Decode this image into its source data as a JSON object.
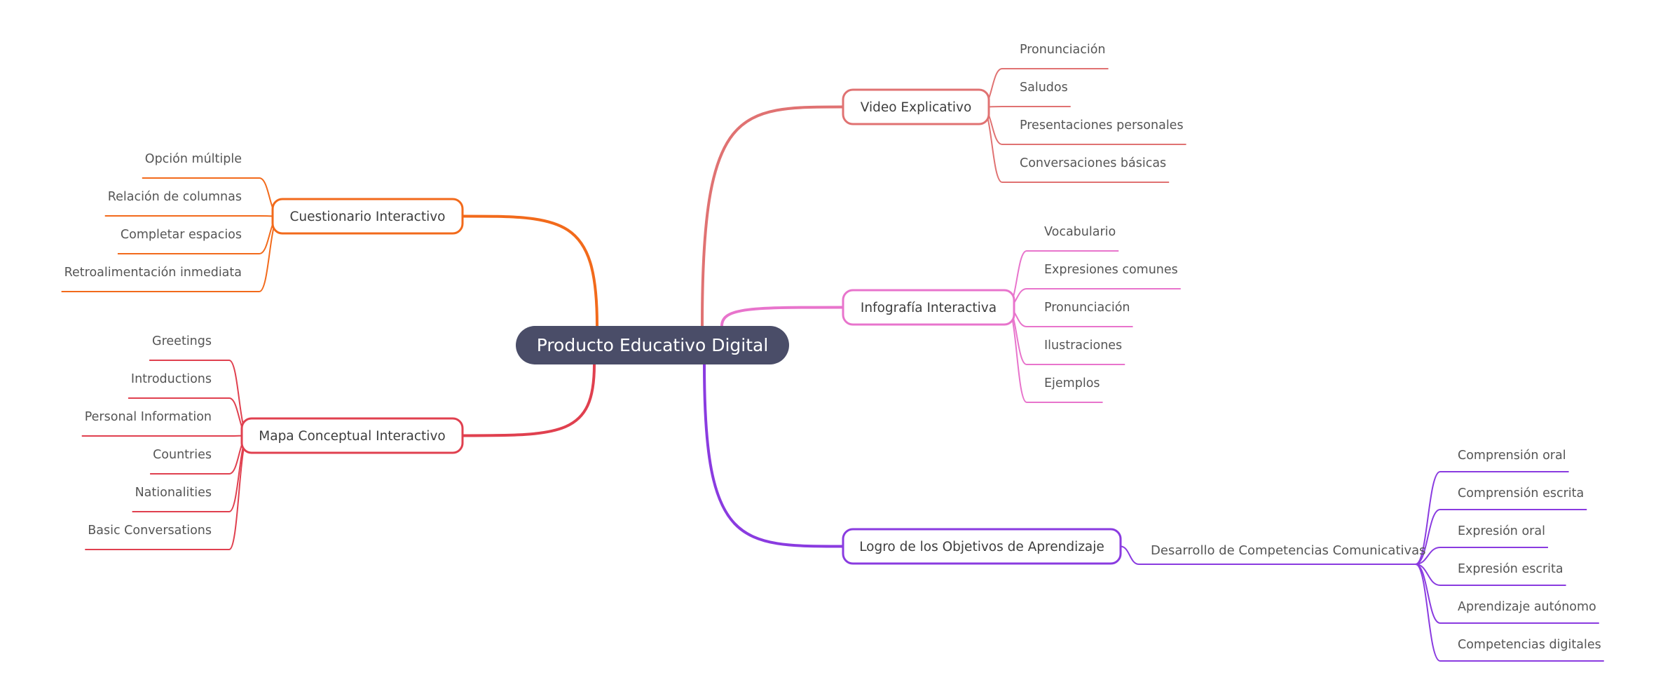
{
  "root": {
    "label": "Producto Educativo Digital",
    "color": "#4a4d68"
  },
  "branches": [
    {
      "label": "Video Explicativo",
      "color": "#e07272",
      "children": [
        "Pronunciación",
        "Saludos",
        "Presentaciones personales",
        "Conversaciones básicas"
      ]
    },
    {
      "label": "Infografía Interactiva",
      "color": "#e874cc",
      "children": [
        "Vocabulario",
        "Expresiones comunes",
        "Pronunciación",
        "Ilustraciones",
        "Ejemplos"
      ]
    },
    {
      "label": "Logro de los Objetivos de Aprendizaje",
      "color": "#8a3be0",
      "sub": {
        "label": "Desarrollo de Competencias Comunicativas",
        "children": [
          "Comprensión oral",
          "Comprensión escrita",
          "Expresión oral",
          "Expresión escrita",
          "Aprendizaje autónomo",
          "Competencias digitales"
        ]
      }
    },
    {
      "label": "Cuestionario Interactivo",
      "color": "#f26a1b",
      "children": [
        "Opción múltiple",
        "Relación de columnas",
        "Completar espacios",
        "Retroalimentación inmediata"
      ]
    },
    {
      "label": "Mapa Conceptual Interactivo",
      "color": "#e0404f",
      "children": [
        "Greetings",
        "Introductions",
        "Personal Information",
        "Countries",
        "Nationalities",
        "Basic Conversations"
      ]
    }
  ]
}
